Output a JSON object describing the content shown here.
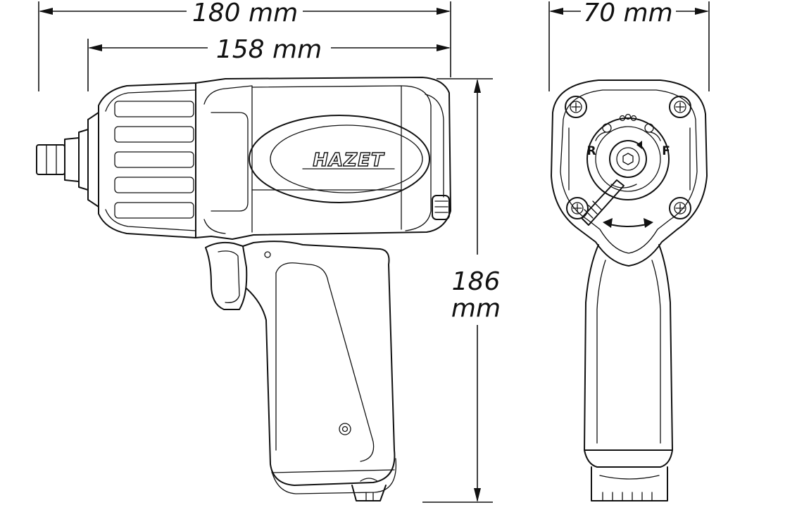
{
  "dimensions": {
    "overall_length": "180 mm",
    "body_length": "158 mm",
    "height_value": "186",
    "height_unit": "mm",
    "width": "70 mm"
  },
  "brand": "HAZET",
  "direction_labels": {
    "reverse": "R",
    "forward": "F"
  },
  "colors": {
    "line": "#111111",
    "background": "#ffffff"
  }
}
